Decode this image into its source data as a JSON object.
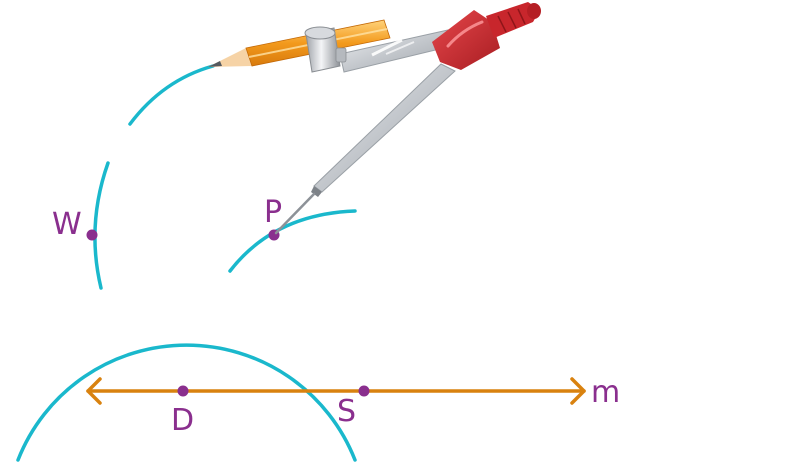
{
  "diagram": {
    "line_label": "m",
    "points": {
      "W": "W",
      "P": "P",
      "D": "D",
      "S": "S"
    },
    "colors": {
      "arc": "#1ab8cc",
      "line": "#d9820f",
      "point": "#8a2f8e",
      "pencil_body": "#f39a1d",
      "compass_cap": "#c8262c",
      "compass_leg": "#c9ccd1"
    },
    "icons": [
      "pencil-icon",
      "compass-icon"
    ]
  }
}
